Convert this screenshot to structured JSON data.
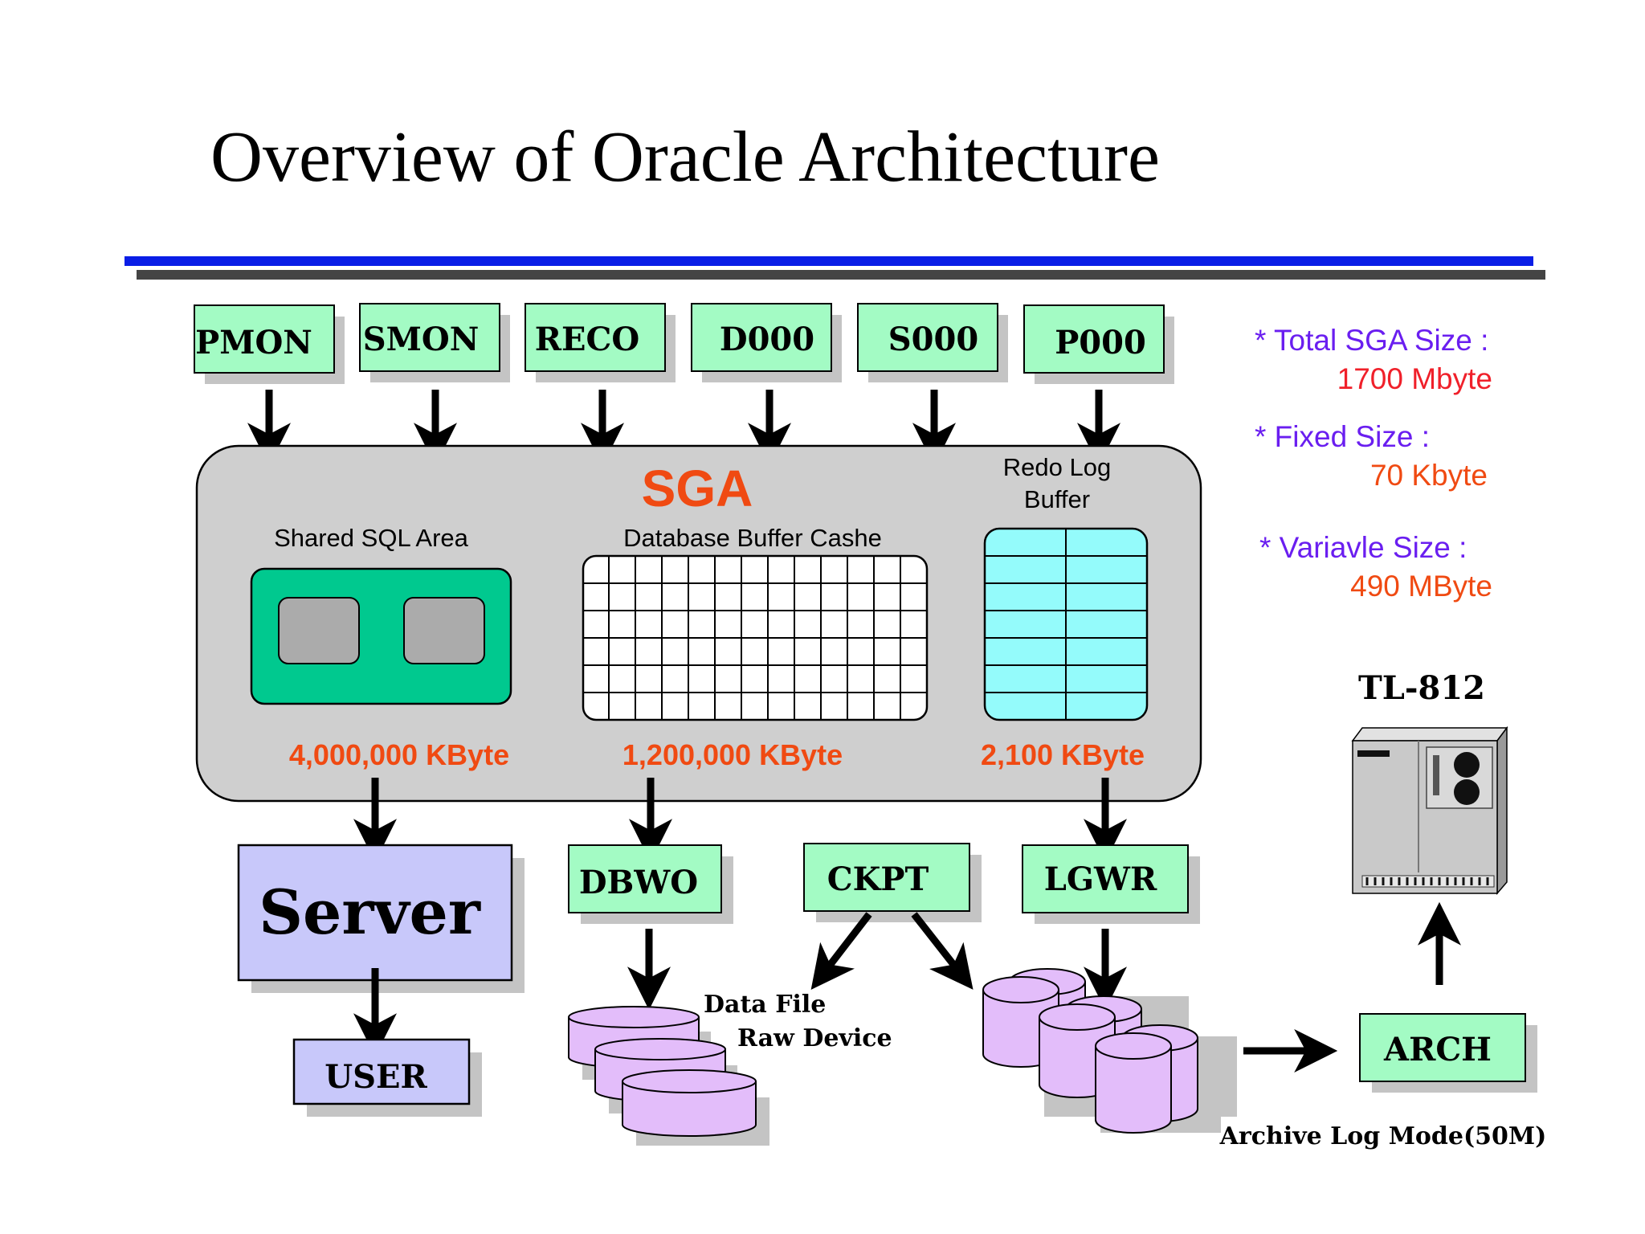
{
  "title": "Overview of Oracle Architecture",
  "colors": {
    "rule_blue": "#0a1ee6",
    "rule_gray": "#444444",
    "process_fill": "#a3fbc4",
    "shadow": "#c4c4c4",
    "sga_fill": "#cfcfcf",
    "shared_sql_fill": "#00c98f",
    "redo_fill": "#94fbfb",
    "server_fill": "#c8c8fa",
    "disk_fill": "#e3bdfa",
    "value_orange": "#f04a12",
    "note_purple": "#6a1ef0",
    "note_red": "#f0202a"
  },
  "processes": {
    "pmon": "PMON",
    "smon": "SMON",
    "reco": "RECO",
    "d000": "D000",
    "s000": "S000",
    "p000": "P000"
  },
  "sga": {
    "label": "SGA",
    "shared_sql": {
      "label": "Shared SQL Area",
      "size": "4,000,000 KByte"
    },
    "buffer_cache": {
      "label": "Database Buffer Cashe",
      "size": "1,200,000 KByte"
    },
    "redo_log": {
      "label_line1": "Redo Log",
      "label_line2": "Buffer",
      "size": "2,100 KByte"
    }
  },
  "lower": {
    "server": "Server",
    "user": "USER",
    "dbwo": "DBWO",
    "ckpt": "CKPT",
    "lgwr": "LGWR",
    "arch": "ARCH",
    "data_file_line1": "Data File",
    "data_file_line2": "Raw Device",
    "archive_mode": "Archive Log Mode(50M)",
    "tape": "TL-812"
  },
  "notes": [
    {
      "label": "* Total SGA Size :",
      "value": "1700 Mbyte"
    },
    {
      "label": "* Fixed Size :",
      "value": "70 Kbyte"
    },
    {
      "label": "* Variavle Size :",
      "value": "490 MByte"
    }
  ]
}
